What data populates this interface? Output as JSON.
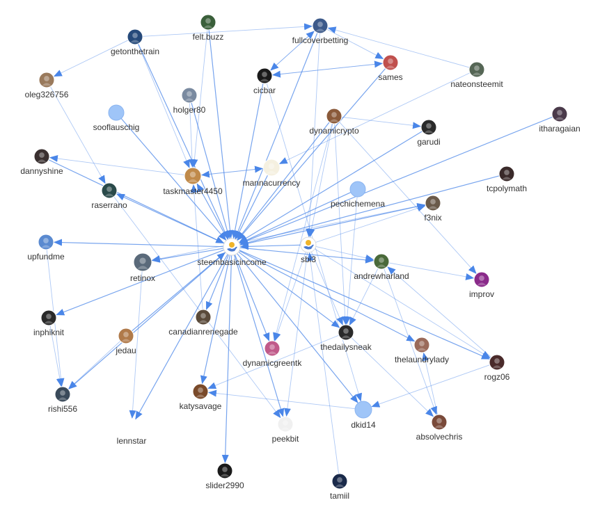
{
  "graph": {
    "colors": {
      "edge": "#4a86e8",
      "placeholder_node": "#9fc5f8",
      "label": "#333333"
    },
    "nodes": [
      {
        "id": "steembasicincome",
        "label": "steembasicincome",
        "style": "sbi-logo-icon"
      },
      {
        "id": "sbi3",
        "label": "sbi3",
        "style": "sbi-logo-icon"
      },
      {
        "id": "felt.buzz",
        "label": "felt.buzz",
        "style": "avatar-icon",
        "color": "#3a5f3a"
      },
      {
        "id": "fullcoverbetting",
        "label": "fullcoverbetting",
        "style": "avatar-icon",
        "color": "#3d5a8a"
      },
      {
        "id": "getonthetrain",
        "label": "getonthetrain",
        "style": "avatar-icon",
        "color": "#264a7a"
      },
      {
        "id": "oleg326756",
        "label": "oleg326756",
        "style": "avatar-icon",
        "color": "#9a7a5c"
      },
      {
        "id": "cicbar",
        "label": "cicbar",
        "style": "avatar-icon",
        "color": "#1a1a1a"
      },
      {
        "id": "sames",
        "label": "sames",
        "style": "avatar-icon",
        "color": "#c0504d"
      },
      {
        "id": "nateonsteemit",
        "label": "nateonsteemit",
        "style": "avatar-icon",
        "color": "#556655"
      },
      {
        "id": "holger80",
        "label": "holger80",
        "style": "avatar-icon",
        "color": "#7a8aa0"
      },
      {
        "id": "sooflauschig",
        "label": "sooflauschig",
        "style": "placeholder-node"
      },
      {
        "id": "dynamicrypto",
        "label": "dynamicrypto",
        "style": "avatar-icon",
        "color": "#8a5a3a"
      },
      {
        "id": "itharagaian",
        "label": "itharagaian",
        "style": "avatar-icon",
        "color": "#4a3a4a"
      },
      {
        "id": "garudi",
        "label": "garudi",
        "style": "avatar-icon",
        "color": "#2a2a2a"
      },
      {
        "id": "dannyshine",
        "label": "dannyshine",
        "style": "avatar-icon",
        "color": "#3a3030"
      },
      {
        "id": "taskmaster4450",
        "label": "taskmaster4450",
        "style": "avatar-icon",
        "color": "#c08a4a"
      },
      {
        "id": "mannacurrency",
        "label": "mannacurrency",
        "style": "avatar-icon",
        "color": "#f5f0e0"
      },
      {
        "id": "tcpolymath",
        "label": "tcpolymath",
        "style": "avatar-icon",
        "color": "#3a2a2a"
      },
      {
        "id": "raserrano",
        "label": "raserrano",
        "style": "avatar-icon",
        "color": "#2a4a4a"
      },
      {
        "id": "pechichemena",
        "label": "pechichemena",
        "style": "placeholder-node"
      },
      {
        "id": "f3nix",
        "label": "f3nix",
        "style": "avatar-icon",
        "color": "#6a5a4a"
      },
      {
        "id": "upfundme",
        "label": "upfundme",
        "style": "avatar-icon",
        "color": "#5a8ad0"
      },
      {
        "id": "retinox",
        "label": "retinox",
        "style": "avatar-icon",
        "color": "#5a6a7a"
      },
      {
        "id": "andrewharland",
        "label": "andrewharland",
        "style": "avatar-icon",
        "color": "#4a6a3a"
      },
      {
        "id": "improv",
        "label": "improv",
        "style": "avatar-icon",
        "color": "#8a2a8a"
      },
      {
        "id": "inphiknit",
        "label": "inphiknit",
        "style": "avatar-icon",
        "color": "#2a2a2a"
      },
      {
        "id": "canadianrenegade",
        "label": "canadianrenegade",
        "style": "avatar-icon",
        "color": "#5a4a3a"
      },
      {
        "id": "jedau",
        "label": "jedau",
        "style": "avatar-icon",
        "color": "#b07a4a"
      },
      {
        "id": "thedailysneak",
        "label": "thedailysneak",
        "style": "avatar-icon",
        "color": "#2a2a2a"
      },
      {
        "id": "dynamicgreentk",
        "label": "dynamicgreentk",
        "style": "avatar-icon",
        "color": "#c05a8a"
      },
      {
        "id": "thelaundrylady",
        "label": "thelaundrylady",
        "style": "avatar-icon",
        "color": "#9a6a5a"
      },
      {
        "id": "rogz06",
        "label": "rogz06",
        "style": "avatar-icon",
        "color": "#4a2a2a"
      },
      {
        "id": "rishi556",
        "label": "rishi556",
        "style": "avatar-icon",
        "color": "#3a4a5a"
      },
      {
        "id": "katysavage",
        "label": "katysavage",
        "style": "avatar-icon",
        "color": "#7a4a2a"
      },
      {
        "id": "lennstar",
        "label": "lennstar",
        "style": "avatar-icon",
        "color": "#ffffff"
      },
      {
        "id": "peekbit",
        "label": "peekbit",
        "style": "avatar-icon",
        "color": "#f0f0f0"
      },
      {
        "id": "dkid14",
        "label": "dkid14",
        "style": "placeholder-node"
      },
      {
        "id": "absolvechris",
        "label": "absolvechris",
        "style": "avatar-icon",
        "color": "#7a4a3a"
      },
      {
        "id": "slider2990",
        "label": "slider2990",
        "style": "avatar-icon",
        "color": "#1a1a1a"
      },
      {
        "id": "tamiil",
        "label": "tamiil",
        "style": "avatar-icon",
        "color": "#1a2a4a"
      }
    ],
    "edges": [
      {
        "from": "steembasicincome",
        "to": "taskmaster4450"
      },
      {
        "from": "steembasicincome",
        "to": "raserrano"
      },
      {
        "from": "steembasicincome",
        "to": "upfundme"
      },
      {
        "from": "steembasicincome",
        "to": "retinox"
      },
      {
        "from": "steembasicincome",
        "to": "canadianrenegade"
      },
      {
        "from": "steembasicincome",
        "to": "katysavage"
      },
      {
        "from": "steembasicincome",
        "to": "slider2990"
      },
      {
        "from": "steembasicincome",
        "to": "peekbit"
      },
      {
        "from": "steembasicincome",
        "to": "dynamicgreentk"
      },
      {
        "from": "steembasicincome",
        "to": "thedailysneak"
      },
      {
        "from": "steembasicincome",
        "to": "andrewharland"
      },
      {
        "from": "steembasicincome",
        "to": "f3nix"
      },
      {
        "from": "steembasicincome",
        "to": "rogz06"
      },
      {
        "from": "steembasicincome",
        "to": "thelaundrylady"
      },
      {
        "from": "steembasicincome",
        "to": "lennstar"
      },
      {
        "from": "steembasicincome",
        "to": "inphiknit"
      },
      {
        "from": "steembasicincome",
        "to": "rishi556"
      },
      {
        "from": "steembasicincome",
        "to": "dkid14"
      },
      {
        "from": "dannyshine",
        "to": "steembasicincome"
      },
      {
        "from": "fullcoverbetting",
        "to": "steembasicincome"
      },
      {
        "from": "felt.buzz",
        "to": "steembasicincome"
      },
      {
        "from": "sooflauschig",
        "to": "steembasicincome"
      },
      {
        "from": "holger80",
        "to": "steembasicincome"
      },
      {
        "from": "dynamicrypto",
        "to": "steembasicincome"
      },
      {
        "from": "sames",
        "to": "steembasicincome"
      },
      {
        "from": "garudi",
        "to": "steembasicincome"
      },
      {
        "from": "tcpolymath",
        "to": "steembasicincome"
      },
      {
        "from": "itharagaian",
        "to": "steembasicincome"
      },
      {
        "from": "pechichemena",
        "to": "steembasicincome"
      },
      {
        "from": "mannacurrency",
        "to": "steembasicincome"
      },
      {
        "from": "cicbar",
        "to": "steembasicincome"
      },
      {
        "from": "getonthetrain",
        "to": "steembasicincome"
      },
      {
        "from": "sbi3",
        "to": "steembasicincome"
      },
      {
        "from": "jedau",
        "to": "steembasicincome"
      },
      {
        "from": "taskmaster4450",
        "to": "mannacurrency"
      },
      {
        "from": "mannacurrency",
        "to": "taskmaster4450"
      },
      {
        "from": "taskmaster4450",
        "to": "dannyshine"
      },
      {
        "from": "getonthetrain",
        "to": "oleg326756"
      },
      {
        "from": "getonthetrain",
        "to": "fullcoverbetting"
      },
      {
        "from": "fullcoverbetting",
        "to": "cicbar"
      },
      {
        "from": "cicbar",
        "to": "sames"
      },
      {
        "from": "sames",
        "to": "cicbar"
      },
      {
        "from": "cicbar",
        "to": "fullcoverbetting"
      },
      {
        "from": "fullcoverbetting",
        "to": "sames"
      },
      {
        "from": "oleg326756",
        "to": "raserrano"
      },
      {
        "from": "dynamicrypto",
        "to": "garudi"
      },
      {
        "from": "holger80",
        "to": "taskmaster4450"
      },
      {
        "from": "felt.buzz",
        "to": "taskmaster4450"
      },
      {
        "from": "getonthetrain",
        "to": "taskmaster4450"
      },
      {
        "from": "sbi3",
        "to": "andrewharland"
      },
      {
        "from": "sbi3",
        "to": "thedailysneak"
      },
      {
        "from": "sbi3",
        "to": "dynamicgreentk"
      },
      {
        "from": "sbi3",
        "to": "f3nix"
      },
      {
        "from": "sbi3",
        "to": "peekbit"
      },
      {
        "from": "sbi3",
        "to": "rogz06"
      },
      {
        "from": "dynamicrypto",
        "to": "sbi3"
      },
      {
        "from": "fullcoverbetting",
        "to": "sbi3"
      },
      {
        "from": "dynamicrypto",
        "to": "thedailysneak"
      },
      {
        "from": "dynamicrypto",
        "to": "dynamicgreentk"
      },
      {
        "from": "dynamicrypto",
        "to": "improv"
      },
      {
        "from": "andrewharland",
        "to": "improv"
      },
      {
        "from": "andrewharland",
        "to": "absolvechris"
      },
      {
        "from": "andrewharland",
        "to": "thedailysneak"
      },
      {
        "from": "thedailysneak",
        "to": "absolvechris"
      },
      {
        "from": "thedailysneak",
        "to": "katysavage"
      },
      {
        "from": "rogz06",
        "to": "andrewharland"
      },
      {
        "from": "dkid14",
        "to": "katysavage"
      },
      {
        "from": "inphiknit",
        "to": "rishi556"
      },
      {
        "from": "upfundme",
        "to": "rishi556"
      },
      {
        "from": "jedau",
        "to": "rishi556"
      },
      {
        "from": "retinox",
        "to": "lennstar"
      },
      {
        "from": "raserrano",
        "to": "peekbit"
      },
      {
        "from": "nateonsteemit",
        "to": "mannacurrency"
      },
      {
        "from": "nateonsteemit",
        "to": "fullcoverbetting"
      },
      {
        "from": "cicbar",
        "to": "dkid14"
      },
      {
        "from": "tamiil",
        "to": "sbi3"
      },
      {
        "from": "canadianrenegade",
        "to": "taskmaster4450"
      },
      {
        "from": "pechichemena",
        "to": "thedailysneak"
      },
      {
        "from": "absolvechris",
        "to": "thelaundrylady"
      },
      {
        "from": "rogz06",
        "to": "dkid14"
      },
      {
        "from": "f3nix",
        "to": "retinox"
      }
    ]
  }
}
